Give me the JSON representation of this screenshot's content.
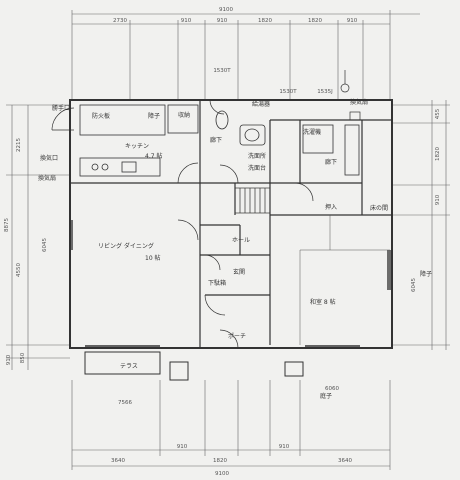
{
  "dimensions": {
    "top_total": "9100",
    "top_segments": [
      "2730",
      "910",
      "910",
      "1820",
      "1820",
      "910"
    ],
    "bottom_total": "9100",
    "bottom_segments": [
      "3640",
      "910",
      "1820",
      "910",
      "3640"
    ],
    "left_segments": [
      "2215",
      "6045",
      "4550",
      "910",
      "850"
    ],
    "left_total": "8875",
    "right_segments": [
      "455",
      "1820",
      "910",
      "6045"
    ],
    "notes": [
      "1530T",
      "1530T",
      "1535J",
      "6060",
      "7566"
    ]
  },
  "rooms": {
    "back_door": "勝手口",
    "fireproof_a": "防火板",
    "shoji_a": "障子",
    "kitchen": "キッチン",
    "kitchen_mat": "4.7 帖",
    "storage": "収納",
    "water_heater": "給湯器",
    "laundry": "洗濯機",
    "corridor": "廊下",
    "washroom": "洗面所",
    "wash_bowl": "洗面台",
    "hallway": "廊下",
    "closet": "押入",
    "tokonoma": "床の間",
    "living_dining": "リビング ダイニング",
    "living_mat": "10 帖",
    "hall": "ホール",
    "entrance": "玄関",
    "shoe_box": "下駄箱",
    "japanese_room": "和室 8 帖",
    "porch": "ポーチ",
    "terrace": "テラス",
    "bay": "庭子",
    "exhaust_vent": "換気扇",
    "ventilation": "換気口",
    "ventilation_l": "換気扇",
    "shoji_label": "障子"
  },
  "colors": {
    "paper": "#f1f1ef",
    "ink": "#333333"
  }
}
